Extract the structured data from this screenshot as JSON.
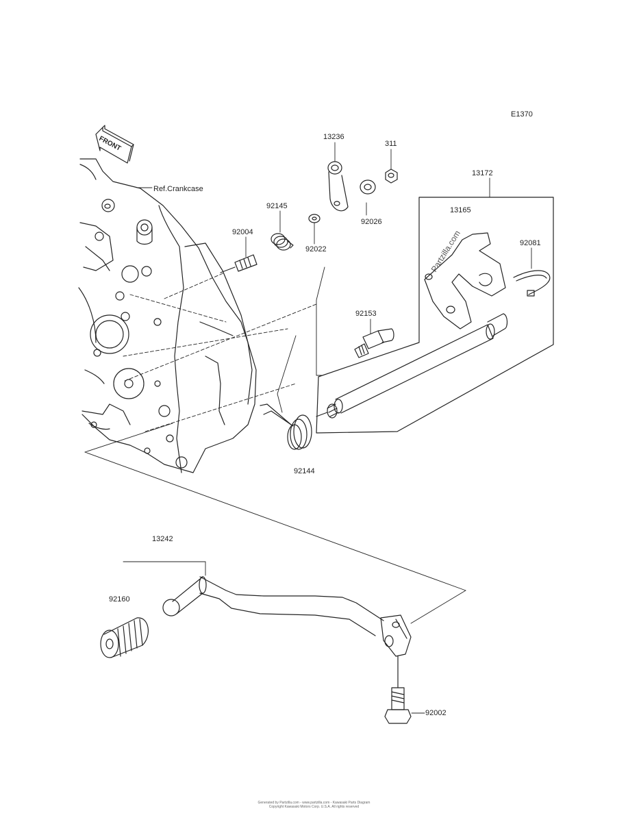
{
  "diagram_id": "E1370",
  "front_label": "FRONT",
  "ref_label": "Ref.Crankcase",
  "watermark": "Partzilla.com",
  "parts": {
    "p13236": "13236",
    "p311": "311",
    "p13172": "13172",
    "p13165": "13165",
    "p92145": "92145",
    "p92004": "92004",
    "p92022": "92022",
    "p92026": "92026",
    "p92081": "92081",
    "p92153": "92153",
    "p92144": "92144",
    "p13242": "13242",
    "p92160": "92160",
    "p92002": "92002"
  },
  "footer": {
    "line1": "Generated by Partzilla.com - www.partzilla.com - Kawasaki Parts Diagram",
    "line2": "Copyright Kawasaki Motors Corp. U.S.A. All rights reserved"
  }
}
